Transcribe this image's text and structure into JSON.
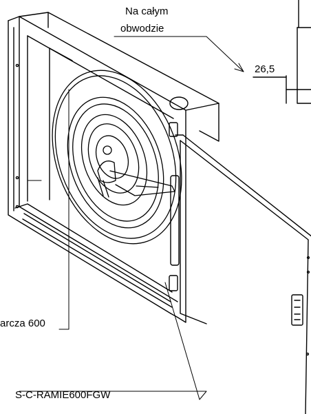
{
  "annotations": {
    "note_line1": "Na całym",
    "note_line2": "obwodzie",
    "dimension": "26,5",
    "disc_label": "arcza 600",
    "model_label": "S-C-RAMIE600FGW"
  },
  "colors": {
    "line": "#000000",
    "background": "#ffffff"
  }
}
